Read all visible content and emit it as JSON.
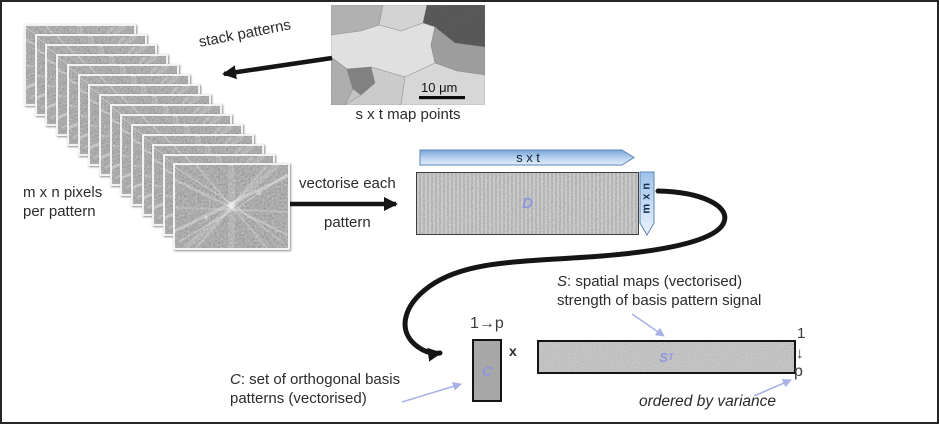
{
  "figure": {
    "type": "matrix-decomposition-diagram"
  },
  "colors": {
    "arrow_black": "#151515",
    "lavender_arrow": "#a9b2e6",
    "matrix_label_blue": "#8d97dc",
    "flow_arrow_fill_top": "#79a5da",
    "flow_arrow_fill_bottom": "#e2eefb",
    "flow_arrow_border": "#5b84b8",
    "text": "#2b2b2b"
  },
  "micrograph": {
    "scale_label": "10 μm",
    "caption": "s x t map points"
  },
  "stack": {
    "count": 15,
    "arrow_label": "stack patterns",
    "pixels_line1": "m x n pixels",
    "pixels_line2": "per pattern"
  },
  "vectorise": {
    "line1": "vectorise each",
    "line2": "pattern"
  },
  "data_matrix": {
    "label": "D",
    "cols_label": "s x t",
    "rows_label": "m x n"
  },
  "decomposition": {
    "range_label": "1→p",
    "c_label": "C",
    "times_label": "x",
    "s_label": "S",
    "s_sup": "T",
    "right_top": "1",
    "right_mid": "↓",
    "right_bottom": "p",
    "c_caption_prefix": "C",
    "c_caption_rest": ": set of orthogonal basis",
    "c_caption_line2": "patterns (vectorised)",
    "s_caption_prefix": "S",
    "s_caption_rest": ": spatial maps (vectorised)",
    "s_caption_line2": "strength of basis pattern signal",
    "ordered_label": "ordered by variance"
  }
}
